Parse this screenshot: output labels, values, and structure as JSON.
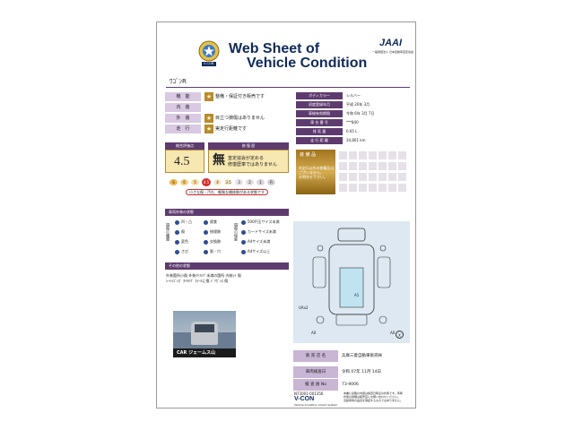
{
  "header": {
    "title_line1": "Web Sheet of",
    "title_line2": "Vehicle Condition",
    "vcon_badge": "V-CON",
    "jaai_logo": "JAAI",
    "jaai_sub": "一般財団法人 日本自動車査定協会"
  },
  "vehicle_name": "ﾜｺﾞﾝR",
  "evaluation_rows": [
    {
      "label": "機　能",
      "value": "整備・保証付き販売です"
    },
    {
      "label": "内　装",
      "value": ""
    },
    {
      "label": "外　装",
      "value": "目立つ損傷はありません"
    },
    {
      "label": "走　行",
      "value": "実走行距離です"
    }
  ],
  "specs": [
    {
      "label": "ボディカラー",
      "value": "シルバー"
    },
    {
      "label": "初度登録年月",
      "value": "平成 20年 3月"
    },
    {
      "label": "車検有効期限",
      "value": "令和 6年 3月 7日"
    },
    {
      "label": "車 台 番 号",
      "value": "***840"
    },
    {
      "label": "排 気 量",
      "value": "0.65 L"
    },
    {
      "label": "走 行 距 離",
      "value": "34,801 km"
    }
  ],
  "score": {
    "header_left": "総合評価点",
    "header_right": "修 復 歴",
    "value": "4.5",
    "repair_kanji": "無",
    "repair_text_1": "査定協会が定める",
    "repair_text_2": "修復歴車ではありません",
    "scale": [
      "S",
      "6",
      "5",
      "4.5",
      "4",
      "3.5",
      "3",
      "2",
      "1",
      "R"
    ],
    "note": "小さな傷・汚れ、軽微な補修跡がある状態です"
  },
  "equipment": {
    "title": "装 備 品",
    "note_1": "※全行以外の装備品は",
    "note_2": "ございません。",
    "note_3": "お問合せ下さい。"
  },
  "legend": {
    "bar": "車両外装の状態",
    "group1_label": "損傷の種類",
    "group2_label": "損傷の程度",
    "items1": [
      "凹・凸",
      "傷",
      "変色",
      "さび",
      "腐食",
      "修理跡",
      "交換跡",
      "割・穴"
    ],
    "items2": [
      "500円玉サイズ未満",
      "カードサイズ未満",
      "A4サイズ未満",
      "A4サイズ以上"
    ]
  },
  "other": {
    "bar": "その他の状態",
    "line1": "外装箇所小傷 外装ｸﾘｱﾊｹﾞ未満の箇所 内装ｼﾐ 傷",
    "line2": "ｼｰﾄﾊｺﾞﾚｶﾞ ﾀｲﾔﾊｹﾞ ﾎｲｰﾙに傷 ﾄﾞｱｶﾞﾗｽ 傷"
  },
  "photo": {
    "caption": "CAR ジェームス山"
  },
  "diagram_marks": {
    "ua": "UAx2",
    "a1": "A1",
    "a0_left": "A0",
    "a0_right": "A0",
    "x": "X"
  },
  "dealer": [
    {
      "label": "販 売 店 名",
      "value": "兵庫三菱自動車販売㈱"
    },
    {
      "label": "車両検査日",
      "value": "令和 07年 11月 14日"
    },
    {
      "label": "検 査 員 No",
      "value": "73-9006"
    }
  ],
  "footer": {
    "code": "N73001-001356",
    "brand": "V-CON",
    "brand_sub": "Vehicle Condition Check System",
    "disclaimer_1": "本書に記載の内容は検査日時点の状態です。車両",
    "disclaimer_2": "状態の詳細は販売店にお問い合わせください。",
    "disclaimer_3": "当該車両の品質を保証するものではありません。"
  },
  "colors": {
    "purple": "#5e3b6f",
    "lavender": "#d9c9e3",
    "gold": "#b78a2c",
    "navy": "#0f2a5a",
    "diagram_bg": "#dde8f2"
  }
}
